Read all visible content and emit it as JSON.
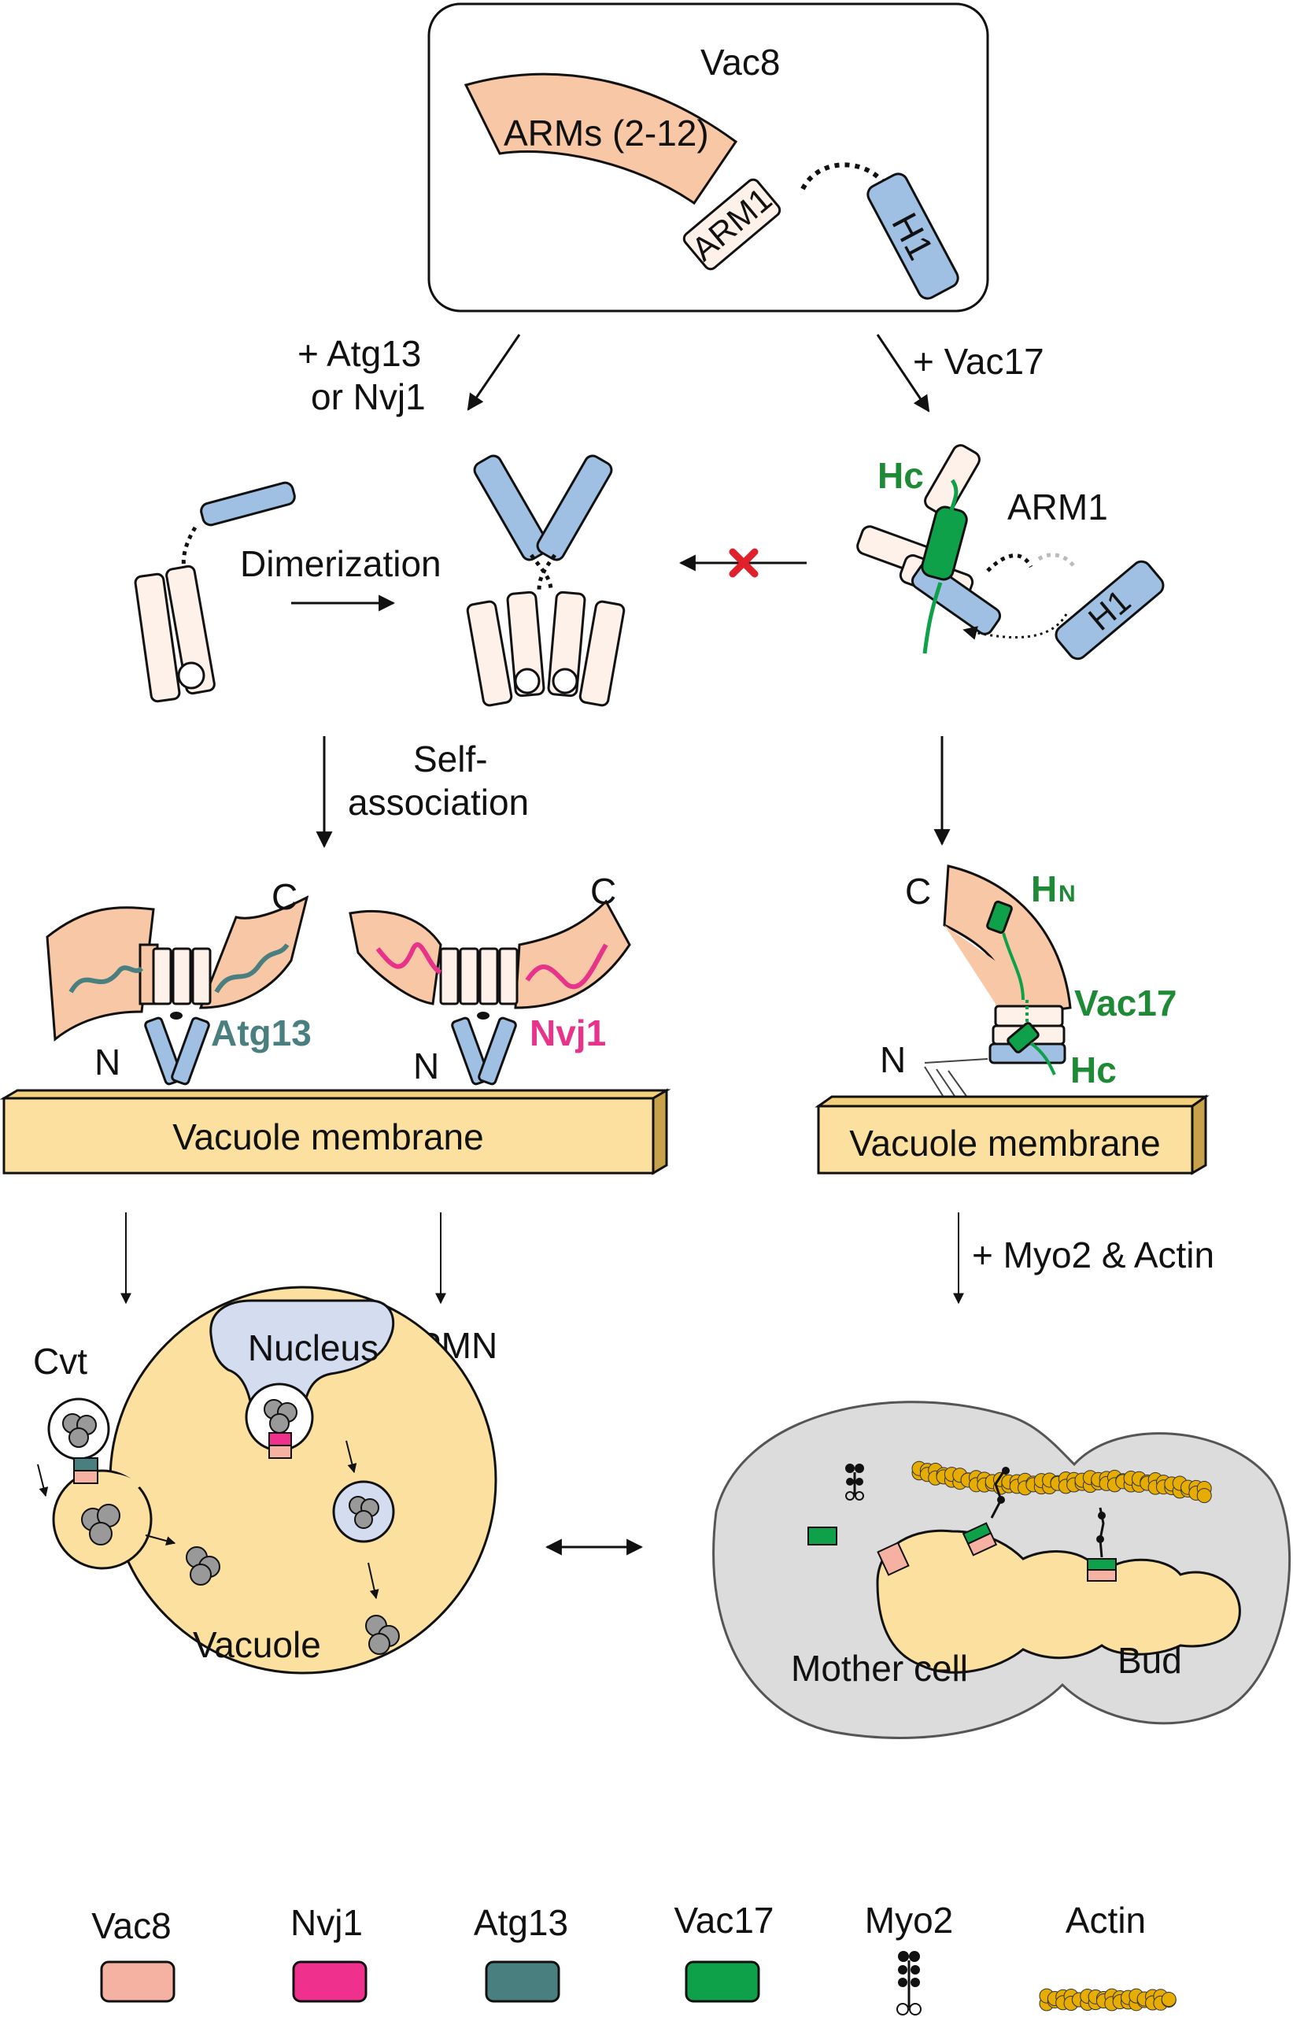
{
  "top_box": {
    "protein": "Vac8",
    "arms_label": "ARMs (2-12)",
    "arm1_label": "ARM1",
    "h1_label": "H1"
  },
  "left_branch": {
    "arrow_label_line1": "+ Atg13",
    "arrow_label_line2": "or Nvj1",
    "dimerization": "Dimerization",
    "self_assoc_line1": "Self-",
    "self_assoc_line2": "association",
    "c_left": "C",
    "c_right": "C",
    "n_left": "N",
    "n_right": "N",
    "atg13": "Atg13",
    "nvj1": "Nvj1",
    "membrane": "Vacuole membrane",
    "cvt": "Cvt",
    "pmn": "PMN",
    "nucleus": "Nucleus",
    "vacuole": "Vacuole"
  },
  "right_branch": {
    "arrow_label": "+ Vac17",
    "hc_top": "Hc",
    "arm1": "ARM1",
    "h1": "H1",
    "c": "C",
    "hn_main": "H",
    "hn_sub": "N",
    "vac17": "Vac17",
    "hc_bottom": "Hc",
    "n": "N",
    "membrane": "Vacuole membrane",
    "myo2_actin": "+ Myo2 & Actin",
    "mother_cell": "Mother cell",
    "bud": "Bud"
  },
  "legend": [
    {
      "label": "Vac8",
      "color": "#f5b2a3"
    },
    {
      "label": "Nvj1",
      "color": "#f0308d"
    },
    {
      "label": "Atg13",
      "color": "#4a7f7f"
    },
    {
      "label": "Vac17",
      "color": "#0fa14a"
    },
    {
      "label": "Myo2",
      "icon": "myo2-icon"
    },
    {
      "label": "Actin",
      "icon": "actin-filament-icon"
    }
  ],
  "colors": {
    "arm_fill": "#f8c7a6",
    "helix_blue": "#9fc0e2",
    "membrane": "#fbe0a0",
    "vacuole": "#fbe0a0",
    "cell_grey": "#dcdcdc",
    "nucleus": "#d4ddef",
    "actin": "#e6ac00",
    "inhibit_x": "#e0202a"
  }
}
